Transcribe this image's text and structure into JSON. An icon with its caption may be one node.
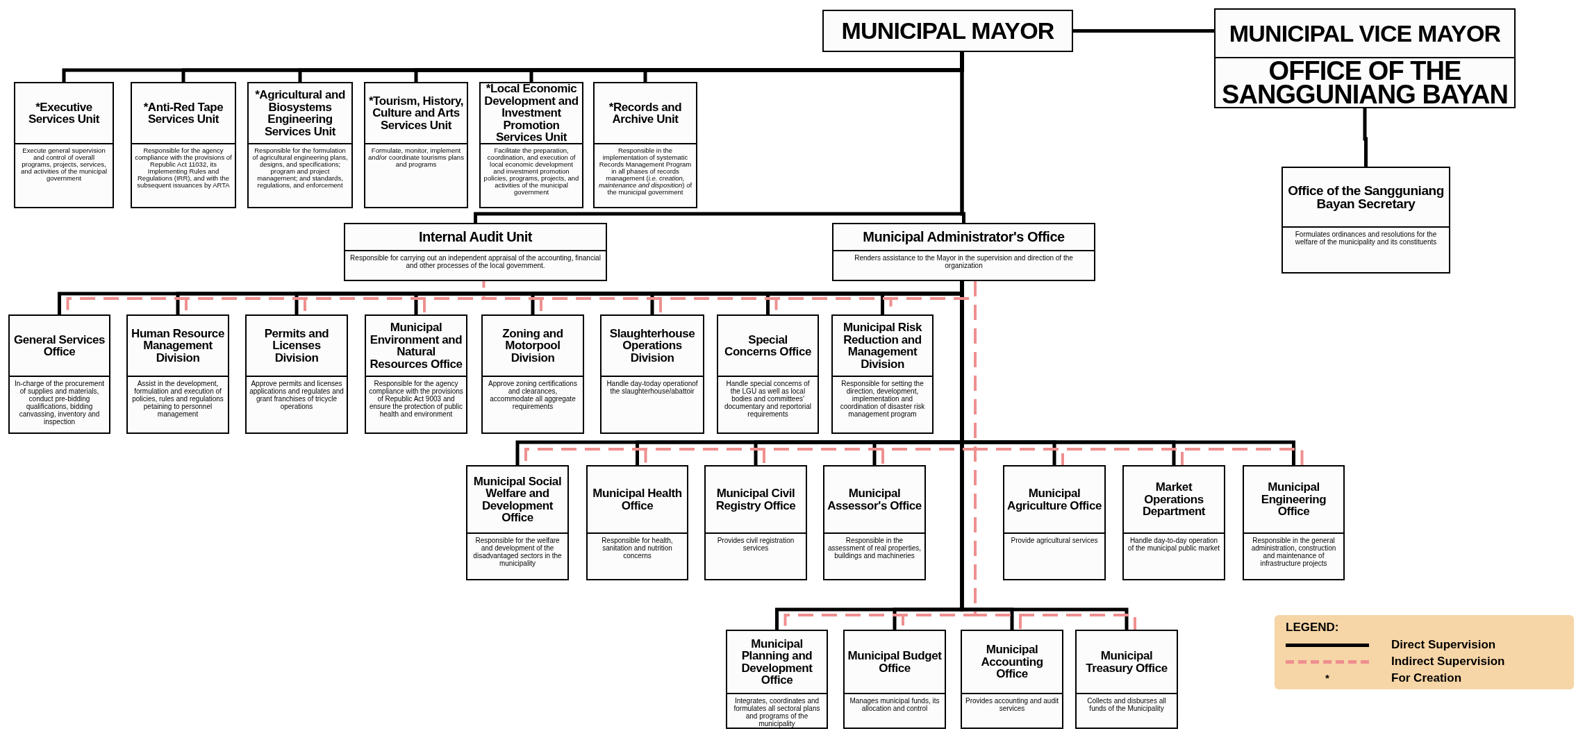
{
  "diagram": {
    "nodes": [
      {
        "text": [
          "MUNICIPAL MAYOR"
        ]
      },
      {
        "text": [
          "MUNICIPAL VICE MAYOR",
          "OFFICE OF THE SANGGUNIANG BAYAN"
        ]
      },
      {
        "text": [
          "Office of the Sangguniang Bayan Secretary",
          "Formulates ordinances and resolutions for the welfare of the municipality and its constituents"
        ]
      },
      {
        "text": [
          "*Executive Services Unit",
          "Execute general supervision and control of overall programs, projects, services, and activities of the municipal government"
        ]
      },
      {
        "text": [
          "*Anti-Red Tape Services Unit",
          "Responsible for the agency compliance with the provisions of Republic Act 11032, its Implementing Rules and Regulations (IRR), and with the subsequent issuances by ARTA"
        ]
      },
      {
        "text": [
          "*Agricultural and Biosystems Engineering Services Unit",
          "Responsible for the formulation of agricultural engineering plans, designs, and specifications; program and project management; and standards, regulations, and enforcement"
        ]
      },
      {
        "text": [
          "*Tourism, History, Culture and Arts Services Unit",
          "Formulate, monitor, implement and/or coordinate tourisms plans and programs"
        ]
      },
      {
        "text": [
          "*Local Economic Development and Investment Promotion Services Unit",
          "Facilitate the preparation, coordination, and execution of local economic development and investment promotion policies, programs, projects, and activities of the municipal government"
        ]
      },
      {
        "text": [
          "*Records and Archive Unit",
          "Responsible in the implementation of systematic Records Management Program in all phases of records management (*i.e. creation, maintenance and disposition*) of the municipal government"
        ]
      },
      {
        "text": [
          "Internal Audit Unit",
          "Responsible for carrying out an independent appraisal of the accounting, financial and other processes of the local government."
        ]
      },
      {
        "text": [
          "Municipal Administrator's Office",
          "Renders assistance to the Mayor in the supervision and direction of the organization"
        ]
      },
      {
        "text": [
          "General Services Office",
          "In-charge of the procurement of supplies and materials, conduct pre-bidding qualifications, bidding canvassing, inventory and inspection"
        ]
      },
      {
        "text": [
          "Human Resource Management Division",
          "Assist in the development, formulation and execution of policies, rules and regulations petaining to personnel management"
        ]
      },
      {
        "text": [
          "Permits and Licenses Division",
          "Approve permits and licenses applications and regulates and grant franchises of tricycle operations"
        ]
      },
      {
        "text": [
          "Municipal Environment and Natural Resources Office",
          "Responsible for the agency compliance with the provisions of Republic Act 9003 and ensure the protection of public health and environment"
        ]
      },
      {
        "text": [
          "Zoning and Motorpool Division",
          "Approve zoning certifications and clearances, accommodate all aggregate requirements"
        ]
      },
      {
        "text": [
          "Slaughterhouse Operations Division",
          "Handle day-today operationof the slaughterhouse/abattoir"
        ]
      },
      {
        "text": [
          "Special Concerns Office",
          "Handle special concerns of the LGU as well as local bodies and committees' documentary and reportorial requirements"
        ]
      },
      {
        "text": [
          "Municipal Risk Reduction and Management Division",
          "Responsible for setting the direction, development, implementation and coordination of disaster risk management program"
        ]
      },
      {
        "text": [
          "Municipal Social Welfare and Development Office",
          "Responsible for the welfare and development of the disadvantaged sectors in the municipality"
        ]
      },
      {
        "text": [
          "Municipal Health Office",
          "Responsible for health, sanitation and nutrition concerns"
        ]
      },
      {
        "text": [
          "Municipal Civil Registry Office",
          "Provides civil registration services"
        ]
      },
      {
        "text": [
          "Municipal Assessor's Office",
          "Responsible in the assessment of real properties, buildings and machineries"
        ]
      },
      {
        "text": [
          "Municipal Agriculture Office",
          "Provide agricultural services"
        ]
      },
      {
        "text": [
          "Market Operations Department",
          "Handle day-to-day operation of the municipal public market"
        ]
      },
      {
        "text": [
          "Municipal Engineering Office",
          "Responsible in the general administration, construction and maintenance of infrastructure projects"
        ]
      },
      {
        "text": [
          "Municipal Planning and Development Office",
          "Integrates, coordinates and formulates all sectoral plans and programs of the municipality"
        ]
      },
      {
        "text": [
          "Municipal Budget Office",
          "Manages municipal funds, its allocation and control"
        ]
      },
      {
        "text": [
          "Municipal Accounting Office",
          "Provides accounting and audit services"
        ]
      },
      {
        "text": [
          "Municipal Treasury Office",
          "Collects and disburses all funds of the Municipality"
        ]
      }
    ],
    "edges": [
      {
        "from": 0,
        "to": 1,
        "arrow": "none"
      },
      {
        "from": 1,
        "to": 2,
        "arrow": "none"
      },
      {
        "from": 0,
        "to": 3,
        "arrow": "none"
      },
      {
        "from": 0,
        "to": 4,
        "arrow": "none"
      },
      {
        "from": 0,
        "to": 5,
        "arrow": "none"
      },
      {
        "from": 0,
        "to": 6,
        "arrow": "none"
      },
      {
        "from": 0,
        "to": 7,
        "arrow": "none"
      },
      {
        "from": 0,
        "to": 8,
        "arrow": "none"
      },
      {
        "from": 0,
        "to": 9,
        "arrow": "none"
      },
      {
        "from": 0,
        "to": 10,
        "arrow": "none"
      },
      {
        "from": 10,
        "to": 11,
        "arrow": "none"
      },
      {
        "from": 10,
        "to": 12,
        "arrow": "none"
      },
      {
        "from": 10,
        "to": 13,
        "arrow": "none"
      },
      {
        "from": 10,
        "to": 14,
        "arrow": "none"
      },
      {
        "from": 10,
        "to": 15,
        "arrow": "none"
      },
      {
        "from": 10,
        "to": 16,
        "arrow": "none"
      },
      {
        "from": 10,
        "to": 17,
        "arrow": "none"
      },
      {
        "from": 10,
        "to": 18,
        "arrow": "none"
      },
      {
        "from": 10,
        "to": 19,
        "arrow": "none"
      },
      {
        "from": 10,
        "to": 20,
        "arrow": "none"
      },
      {
        "from": 10,
        "to": 21,
        "arrow": "none"
      },
      {
        "from": 10,
        "to": 22,
        "arrow": "none"
      },
      {
        "from": 10,
        "to": 23,
        "arrow": "none"
      },
      {
        "from": 10,
        "to": 24,
        "arrow": "none"
      },
      {
        "from": 10,
        "to": 25,
        "arrow": "none"
      },
      {
        "from": 10,
        "to": 26,
        "arrow": "none"
      },
      {
        "from": 10,
        "to": 27,
        "arrow": "none"
      },
      {
        "from": 10,
        "to": 28,
        "arrow": "none"
      },
      {
        "from": 10,
        "to": 29,
        "arrow": "none"
      },
      {
        "from": 10,
        "to": 9,
        "arrow": "none",
        "style": "dashed",
        "color": "#ef8f8f"
      },
      {
        "from": 10,
        "to": 11,
        "arrow": "none",
        "style": "dashed",
        "color": "#ef8f8f"
      },
      {
        "from": 10,
        "to": 12,
        "arrow": "none",
        "style": "dashed",
        "color": "#ef8f8f"
      },
      {
        "from": 10,
        "to": 13,
        "arrow": "none",
        "style": "dashed",
        "color": "#ef8f8f"
      },
      {
        "from": 10,
        "to": 14,
        "arrow": "none",
        "style": "dashed",
        "color": "#ef8f8f"
      },
      {
        "from": 10,
        "to": 15,
        "arrow": "none",
        "style": "dashed",
        "color": "#ef8f8f"
      },
      {
        "from": 10,
        "to": 16,
        "arrow": "none",
        "style": "dashed",
        "color": "#ef8f8f"
      },
      {
        "from": 10,
        "to": 17,
        "arrow": "none",
        "style": "dashed",
        "color": "#ef8f8f"
      },
      {
        "from": 10,
        "to": 18,
        "arrow": "none",
        "style": "dashed",
        "color": "#ef8f8f"
      },
      {
        "from": 10,
        "to": 19,
        "arrow": "none",
        "style": "dashed",
        "color": "#ef8f8f"
      },
      {
        "from": 10,
        "to": 20,
        "arrow": "none",
        "style": "dashed",
        "color": "#ef8f8f"
      },
      {
        "from": 10,
        "to": 21,
        "arrow": "none",
        "style": "dashed",
        "color": "#ef8f8f"
      },
      {
        "from": 10,
        "to": 22,
        "arrow": "none",
        "style": "dashed",
        "color": "#ef8f8f"
      },
      {
        "from": 10,
        "to": 23,
        "arrow": "none",
        "style": "dashed",
        "color": "#ef8f8f"
      },
      {
        "from": 10,
        "to": 24,
        "arrow": "none",
        "style": "dashed",
        "color": "#ef8f8f"
      },
      {
        "from": 10,
        "to": 25,
        "arrow": "none",
        "style": "dashed",
        "color": "#ef8f8f"
      },
      {
        "from": 10,
        "to": 26,
        "arrow": "none",
        "style": "dashed",
        "color": "#ef8f8f"
      },
      {
        "from": 10,
        "to": 27,
        "arrow": "none",
        "style": "dashed",
        "color": "#ef8f8f"
      },
      {
        "from": 10,
        "to": 28,
        "arrow": "none",
        "style": "dashed",
        "color": "#ef8f8f"
      },
      {
        "from": 10,
        "to": 29,
        "arrow": "none",
        "style": "dashed",
        "color": "#ef8f8f"
      }
    ],
    "labels": [
      "LEGEND:",
      "*"
    ],
    "legend": [
      {
        "text": "Direct Supervision"
      },
      {
        "text": "Indirect Supervision"
      },
      {
        "text": "For Creation"
      }
    ]
  }
}
